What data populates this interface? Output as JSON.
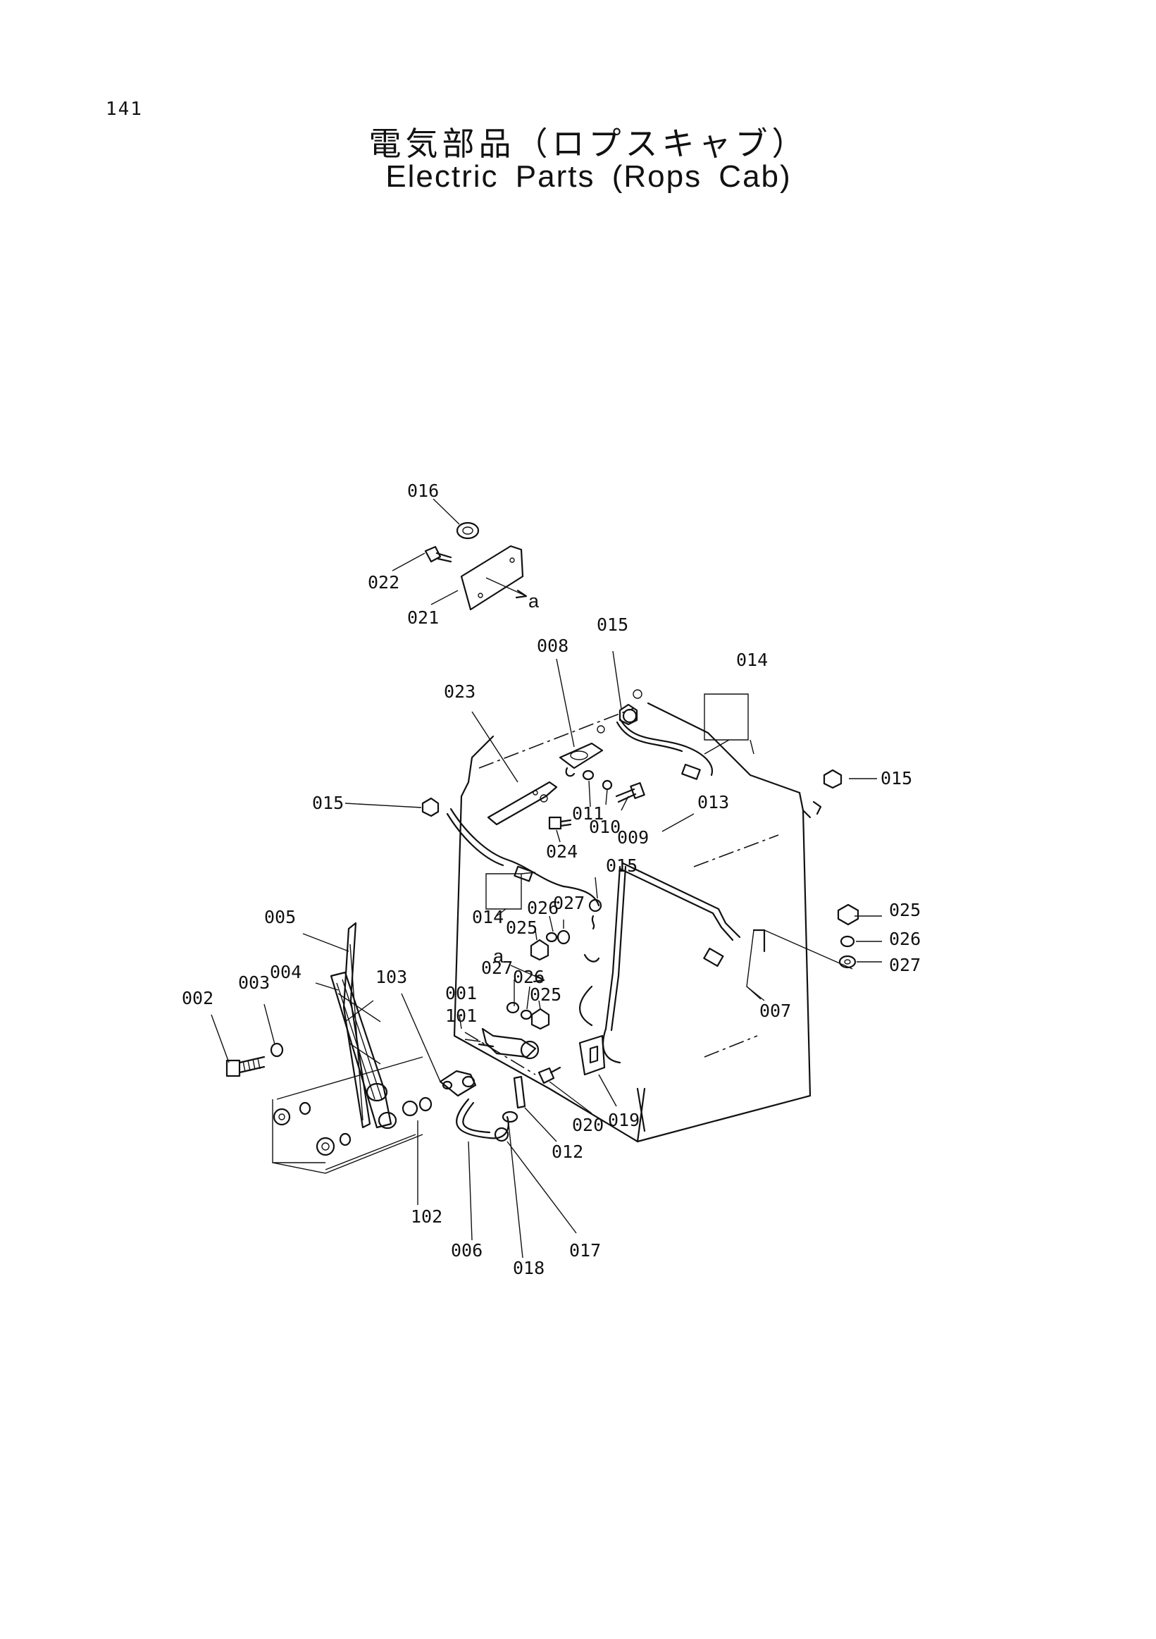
{
  "page": {
    "number": "141",
    "title_jp": "電気部品（ロプスキャブ）",
    "title_en": "Electric Parts (Rops Cab)"
  },
  "callouts": [
    {
      "id": "c016a",
      "label": "016"
    },
    {
      "id": "c022",
      "label": "022"
    },
    {
      "id": "c021",
      "label": "021"
    },
    {
      "id": "c015a",
      "label": "015"
    },
    {
      "id": "c008",
      "label": "008"
    },
    {
      "id": "c014a",
      "label": "014"
    },
    {
      "id": "c023",
      "label": "023"
    },
    {
      "id": "c015b",
      "label": "015"
    },
    {
      "id": "c015c",
      "label": "015"
    },
    {
      "id": "c011",
      "label": "011"
    },
    {
      "id": "c010",
      "label": "010"
    },
    {
      "id": "c009",
      "label": "009"
    },
    {
      "id": "c013",
      "label": "013"
    },
    {
      "id": "c024",
      "label": "024"
    },
    {
      "id": "c015d",
      "label": "015"
    },
    {
      "id": "c014b",
      "label": "014"
    },
    {
      "id": "c026a",
      "label": "026"
    },
    {
      "id": "c027a",
      "label": "027"
    },
    {
      "id": "c025a",
      "label": "025"
    },
    {
      "id": "c005",
      "label": "005"
    },
    {
      "id": "c025b",
      "label": "025"
    },
    {
      "id": "c026b",
      "label": "026"
    },
    {
      "id": "c027b",
      "label": "027"
    },
    {
      "id": "c004",
      "label": "004"
    },
    {
      "id": "c103",
      "label": "103"
    },
    {
      "id": "c027c",
      "label": "027"
    },
    {
      "id": "c026c",
      "label": "026"
    },
    {
      "id": "c003",
      "label": "003"
    },
    {
      "id": "c002",
      "label": "002"
    },
    {
      "id": "c001",
      "label": "001"
    },
    {
      "id": "c101",
      "label": "101"
    },
    {
      "id": "c025c",
      "label": "025"
    },
    {
      "id": "c007",
      "label": "007"
    },
    {
      "id": "c020",
      "label": "020"
    },
    {
      "id": "c019",
      "label": "019"
    },
    {
      "id": "c012",
      "label": "012"
    },
    {
      "id": "c102",
      "label": "102"
    },
    {
      "id": "c006",
      "label": "006"
    },
    {
      "id": "c017",
      "label": "017"
    },
    {
      "id": "c018",
      "label": "018"
    }
  ],
  "markers": {
    "ref_a_top": "a",
    "ref_a_mid": "a"
  }
}
